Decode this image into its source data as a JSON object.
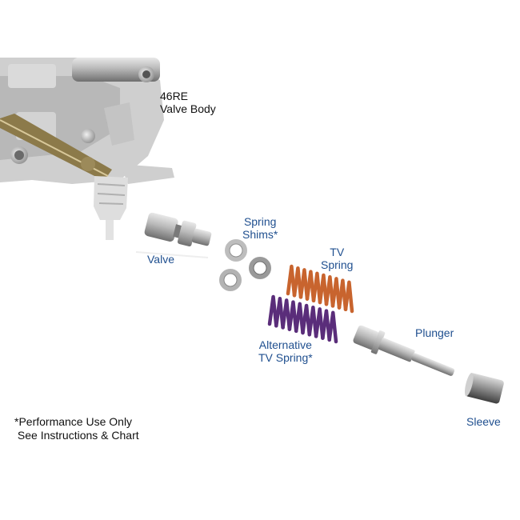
{
  "diagram": {
    "valve_body": {
      "line1": "46RE",
      "line2": "Valve Body"
    },
    "labels": {
      "spring_shims": {
        "line1": "Spring",
        "line2": "Shims*"
      },
      "valve": "Valve",
      "tv_spring": {
        "line1": "TV",
        "line2": "Spring"
      },
      "alt_tv_spring": {
        "line1": "Alternative",
        "line2": "TV Spring*"
      },
      "plunger": "Plunger",
      "sleeve": "Sleeve"
    },
    "footnote": {
      "line1": "*Performance Use Only",
      "line2": " See Instructions & Chart"
    }
  },
  "colors": {
    "label_text": "#1f4f8f",
    "note_text": "#111111",
    "tv_spring": "#c8642e",
    "alt_spring": "#5a2d7a"
  }
}
